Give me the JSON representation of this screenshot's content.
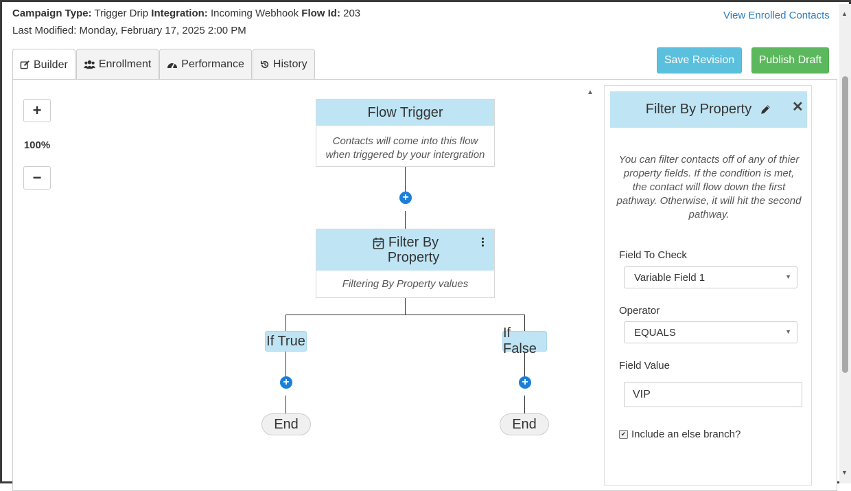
{
  "header": {
    "campaign_type_label": "Campaign Type:",
    "campaign_type": "Trigger Drip",
    "integration_label": "Integration:",
    "integration": "Incoming Webhook",
    "flow_id_label": "Flow Id:",
    "flow_id": "203",
    "last_modified": "Last Modified: Monday, February 17, 2025 2:00 PM",
    "view_enrolled": "View Enrolled Contacts"
  },
  "tabs": [
    {
      "label": "Builder",
      "icon": "edit-icon"
    },
    {
      "label": "Enrollment",
      "icon": "users-icon"
    },
    {
      "label": "Performance",
      "icon": "dashboard-icon"
    },
    {
      "label": "History",
      "icon": "history-icon"
    }
  ],
  "actions": {
    "save_revision": "Save Revision",
    "publish_draft": "Publish Draft"
  },
  "zoom": {
    "plus": "+",
    "level": "100%",
    "minus": "−"
  },
  "flow": {
    "trigger_title": "Flow Trigger",
    "trigger_desc": "Contacts will come into this flow when triggered by your intergration",
    "filter_title": "Filter By Property",
    "filter_desc": "Filtering By Property values",
    "branch_true": "If True",
    "branch_false": "If False",
    "end_label": "End"
  },
  "panel": {
    "title": "Filter By Property",
    "description": "You can filter contacts off of any of thier property fields. If the condition is met, the contact will flow down the first pathway. Otherwise, it will hit the second pathway.",
    "field_to_check_label": "Field To Check",
    "field_to_check_value": "Variable Field 1",
    "operator_label": "Operator",
    "operator_value": "EQUALS",
    "field_value_label": "Field Value",
    "field_value": "VIP",
    "else_branch_label": "Include an else branch?",
    "else_branch_checked": true
  },
  "colors": {
    "node_header": "#bfe4f3",
    "link": "#2a7dc0",
    "save": "#5bc0de",
    "publish": "#5cb85c",
    "add_step": "#1a7fd8"
  }
}
